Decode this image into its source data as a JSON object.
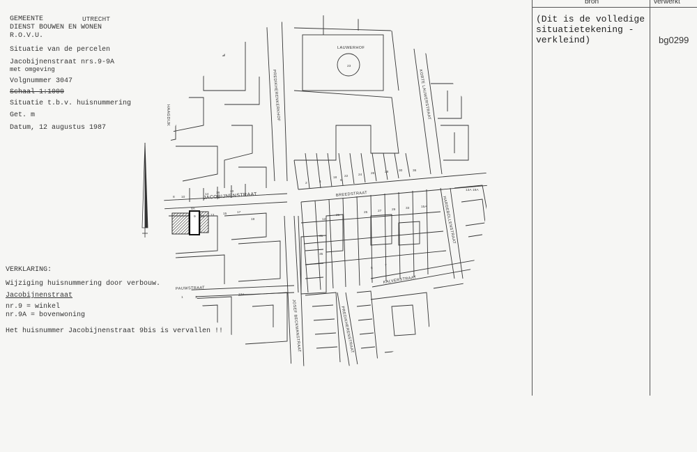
{
  "archive": {
    "col_source_label": "bron",
    "col_processed_label": "verwerkt",
    "description": "(Dit is de volledige\n situatietekening -\n verkleind)",
    "code": "bg0299"
  },
  "title_block": {
    "org_line1_left": "GEMEENTE",
    "org_line1_right": "UTRECHT",
    "org_line2": "DIENST BOUWEN EN WONEN",
    "org_line3": "R.O.V.U.",
    "subject": "Situatie van de percelen",
    "address": "Jacobijnenstraat  nrs.9-9A",
    "surroundings": "met omgeving",
    "sequence": "Volgnummer  3047",
    "scale": "Schaal  1:1000",
    "purpose": "Situatie t.b.v. huisnummering",
    "drawn": "Get.  m",
    "date": "Datum,  12 augustus  1987"
  },
  "legend": {
    "heading": "VERKLARING:",
    "line1": "Wijziging huisnummering door verbouw.",
    "street": "Jacobijnenstraat",
    "item1": "nr.9  = winkel",
    "item2": "nr.9A = bovenwoning",
    "note": "Het huisnummer Jacobijnenstraat 9bis  is vervallen !!"
  },
  "map": {
    "streets": {
      "jacobijnenstraat": "JACOBIJNENSTRAAT",
      "breedstraat": "BREEDSTRAAT",
      "kalverstraat": "KALVERSTRAAT",
      "pauwstraat": "PAUWSTRAAT",
      "lauwerhof": "LAUWERHOF",
      "predikherenkerkhof": "PREDIKHERENKERKHOF",
      "korte_lauwerstraat": "KORTE LAUWERSTRAAT",
      "haagdijk": "HAAGDIJK",
      "predikherenstraat": "PREDIKHERENSTRAAT",
      "josef_beckmanstraat": "JOSEF BECKMANSTRAAT",
      "hardebollenstraat": "HARDEBOLLENSTRAAT"
    },
    "plot_labels": {
      "p9a": "9A",
      "p9": "9",
      "p11": "11",
      "p13": "13",
      "p15": "15",
      "p17": "17",
      "p19": "19",
      "p23": "23",
      "p20": "20",
      "p16": "16",
      "p14": "14",
      "p10": "10",
      "p8": "8",
      "p4": "4",
      "p2": "2",
      "p12a": "12A",
      "p13a": "13A",
      "p15a": "15A",
      "p21": "21",
      "p25": "25",
      "p27": "27",
      "p29": "29",
      "p33": "33",
      "p18": "18",
      "p22": "22",
      "p24": "24",
      "p26": "26",
      "p28": "28",
      "p30": "30",
      "p31": "31",
      "p35": "35",
      "p5": "5",
      "p7": "7",
      "p1": "1",
      "p3": "3",
      "p6": "6",
      "p12": "12",
      "p19a": "19A",
      "p36": "36"
    }
  }
}
